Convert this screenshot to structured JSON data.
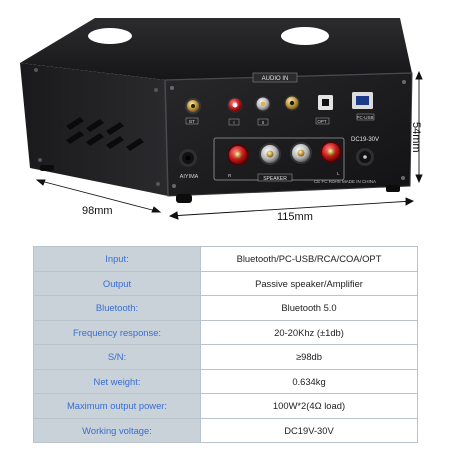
{
  "product": {
    "panel_label": "AUDIO IN",
    "inputs": [
      "BT",
      "I",
      "II",
      "OPT"
    ],
    "usb_label": "PC-USB",
    "power_label": "DC19-30V",
    "speaker_label": "SPEAKER",
    "speaker_terminals": [
      "R",
      "L"
    ],
    "brand": "AIYIMA",
    "compliance_text": "CE FC RoHS MADE IN CHINA"
  },
  "dimensions": {
    "depth": "98mm",
    "width": "115mm",
    "height": "54mm"
  },
  "colors": {
    "table_border": "#b9c3cc",
    "key_background": "#c9d1d9",
    "key_text": "#3a6ed4",
    "value_text": "#222222",
    "chassis": "#1f1f21"
  },
  "specs": [
    {
      "key": "Input:",
      "value": "Bluetooth/PC-USB/RCA/COA/OPT"
    },
    {
      "key": "Output",
      "value": "Passive speaker/Amplifier"
    },
    {
      "key": "Bluetooth:",
      "value": "Bluetooth 5.0"
    },
    {
      "key": "Frequency response:",
      "value": "20-20Khz (±1db)"
    },
    {
      "key": "S/N:",
      "value": "≥98db"
    },
    {
      "key": "Net weight:",
      "value": "0.634kg"
    },
    {
      "key": "Maximum output power:",
      "value": "100W*2(4Ω load)"
    },
    {
      "key": "Working voltage:",
      "value": "DC19V-30V"
    }
  ]
}
